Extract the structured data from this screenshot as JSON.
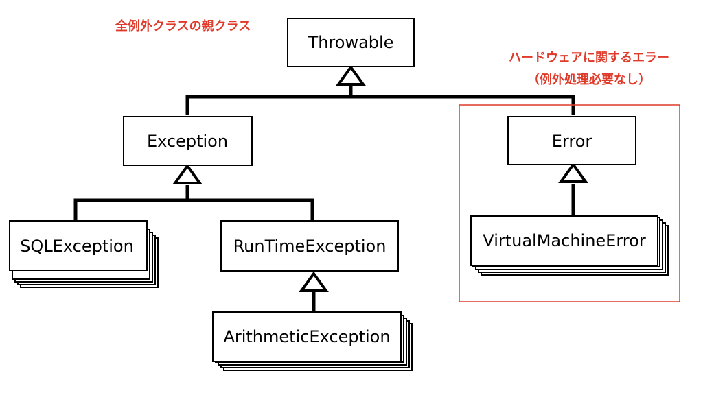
{
  "diagram": {
    "nodes": {
      "throwable": "Throwable",
      "exception": "Exception",
      "error": "Error",
      "sql_exception": "SQLException",
      "runtime_exception": "RunTimeException",
      "arithmetic_exception": "ArithmeticException",
      "vm_error": "VirtualMachineError"
    },
    "annotations": {
      "parent_note": "全例外クラスの親クラス",
      "hardware_note_line1": "ハードウェアに関するエラー",
      "hardware_note_line2": "（例外処理必要なし）"
    },
    "colors": {
      "accent": "#e03a2a",
      "line": "#000000"
    }
  }
}
